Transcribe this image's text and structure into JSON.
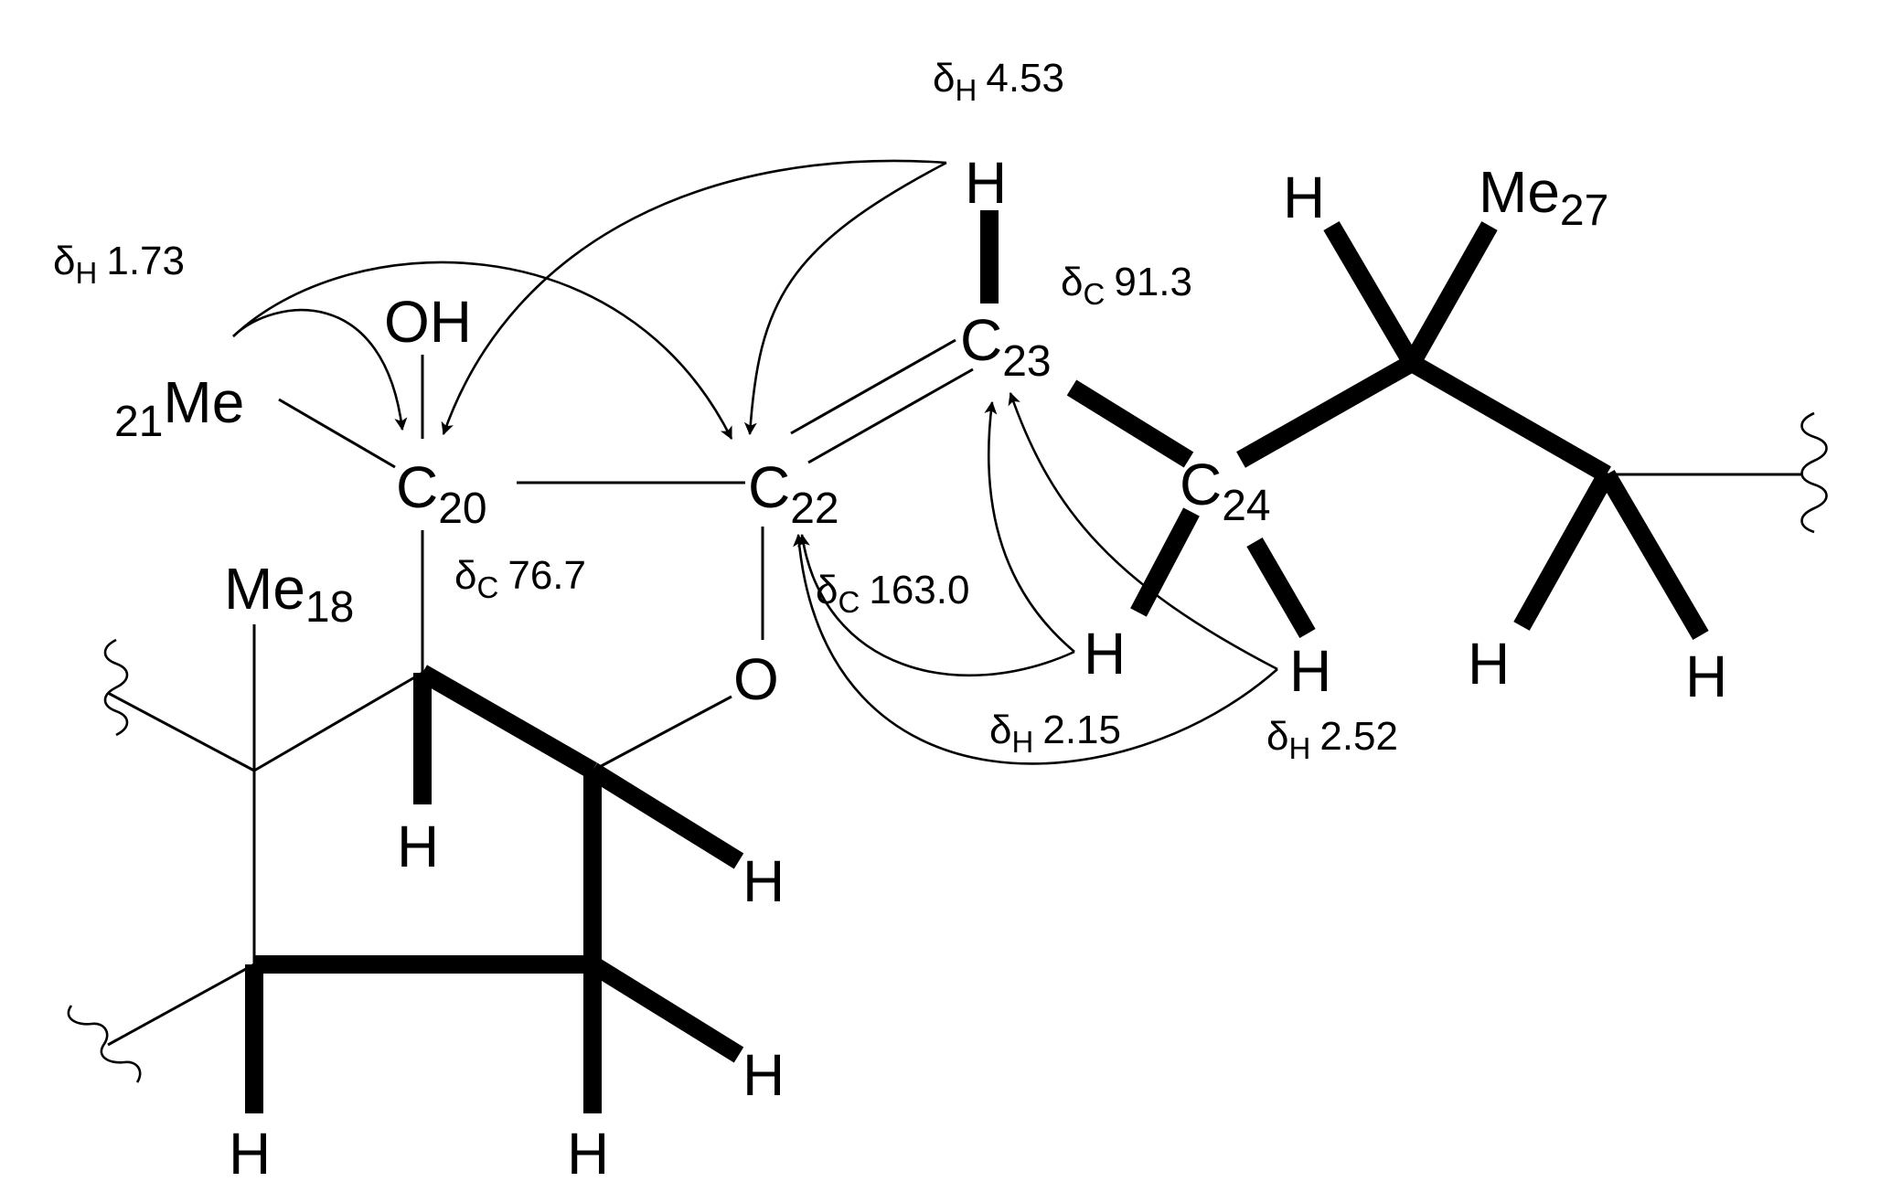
{
  "atoms": {
    "c20": {
      "symbol": "C",
      "sub": "20"
    },
    "c22": {
      "symbol": "C",
      "sub": "22"
    },
    "c23": {
      "symbol": "C",
      "sub": "23"
    },
    "c24": {
      "symbol": "C",
      "sub": "24"
    },
    "oh": {
      "text": "OH"
    },
    "ring_o": {
      "text": "O"
    },
    "me21": {
      "pre": "21",
      "text": "Me"
    },
    "me18": {
      "text": "Me",
      "sub": "18"
    },
    "me27": {
      "text": "Me",
      "sub": "27"
    },
    "h": "H"
  },
  "shifts": {
    "h_1_73": {
      "nucleus": "H",
      "value": "1.73"
    },
    "h_4_53": {
      "nucleus": "H",
      "value": "4.53"
    },
    "h_2_15": {
      "nucleus": "H",
      "value": "2.15"
    },
    "h_2_52": {
      "nucleus": "H",
      "value": "2.52"
    },
    "c_91_3": {
      "nucleus": "C",
      "value": "91.3"
    },
    "c_76_7": {
      "nucleus": "C",
      "value": "76.7"
    },
    "c_163_0": {
      "nucleus": "C",
      "value": "163.0"
    }
  },
  "delta_symbol": "δ"
}
